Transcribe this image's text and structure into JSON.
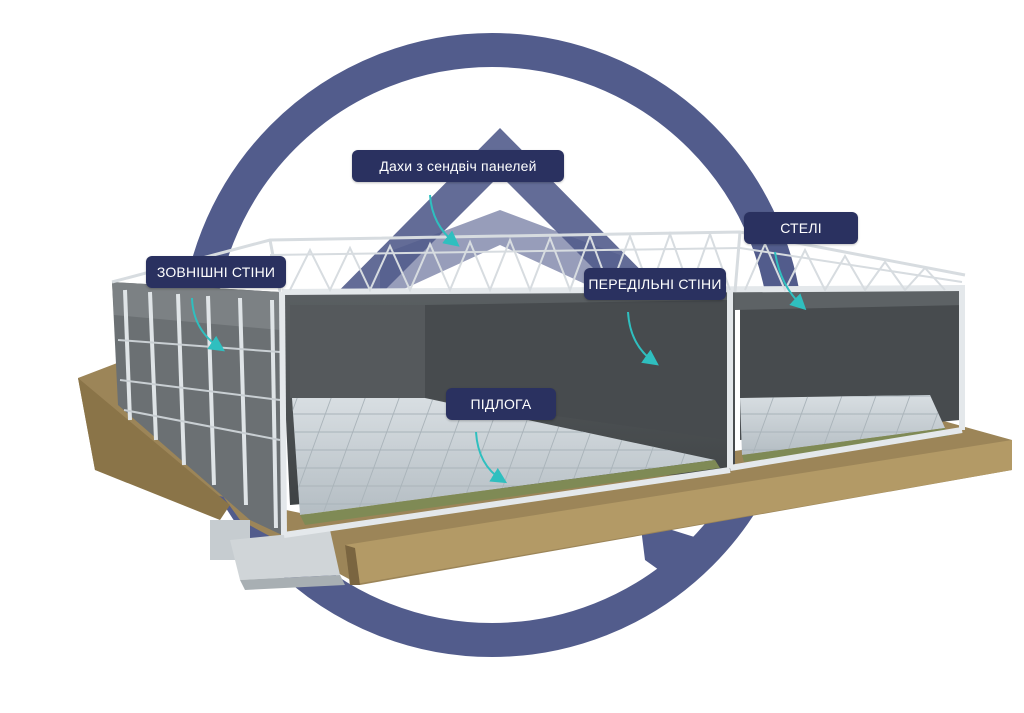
{
  "labels": {
    "roof": "Дахи з сендвіч панелей",
    "ceilings": "СТЕЛІ",
    "exterior_walls": "ЗОВНІШНІ СТІНИ",
    "partition_walls": "ПЕРЕДІЛЬНІ СТІНИ",
    "floor": "ПІДЛОГА"
  },
  "colors": {
    "logo_ring": "#525c8c",
    "label_bg": "#2a3160",
    "arrow": "#2fbfbf",
    "wall": "#4a4e50",
    "floor": "#c4ccd2",
    "steel": "#dde2e6",
    "soil": "#a08a5c"
  }
}
